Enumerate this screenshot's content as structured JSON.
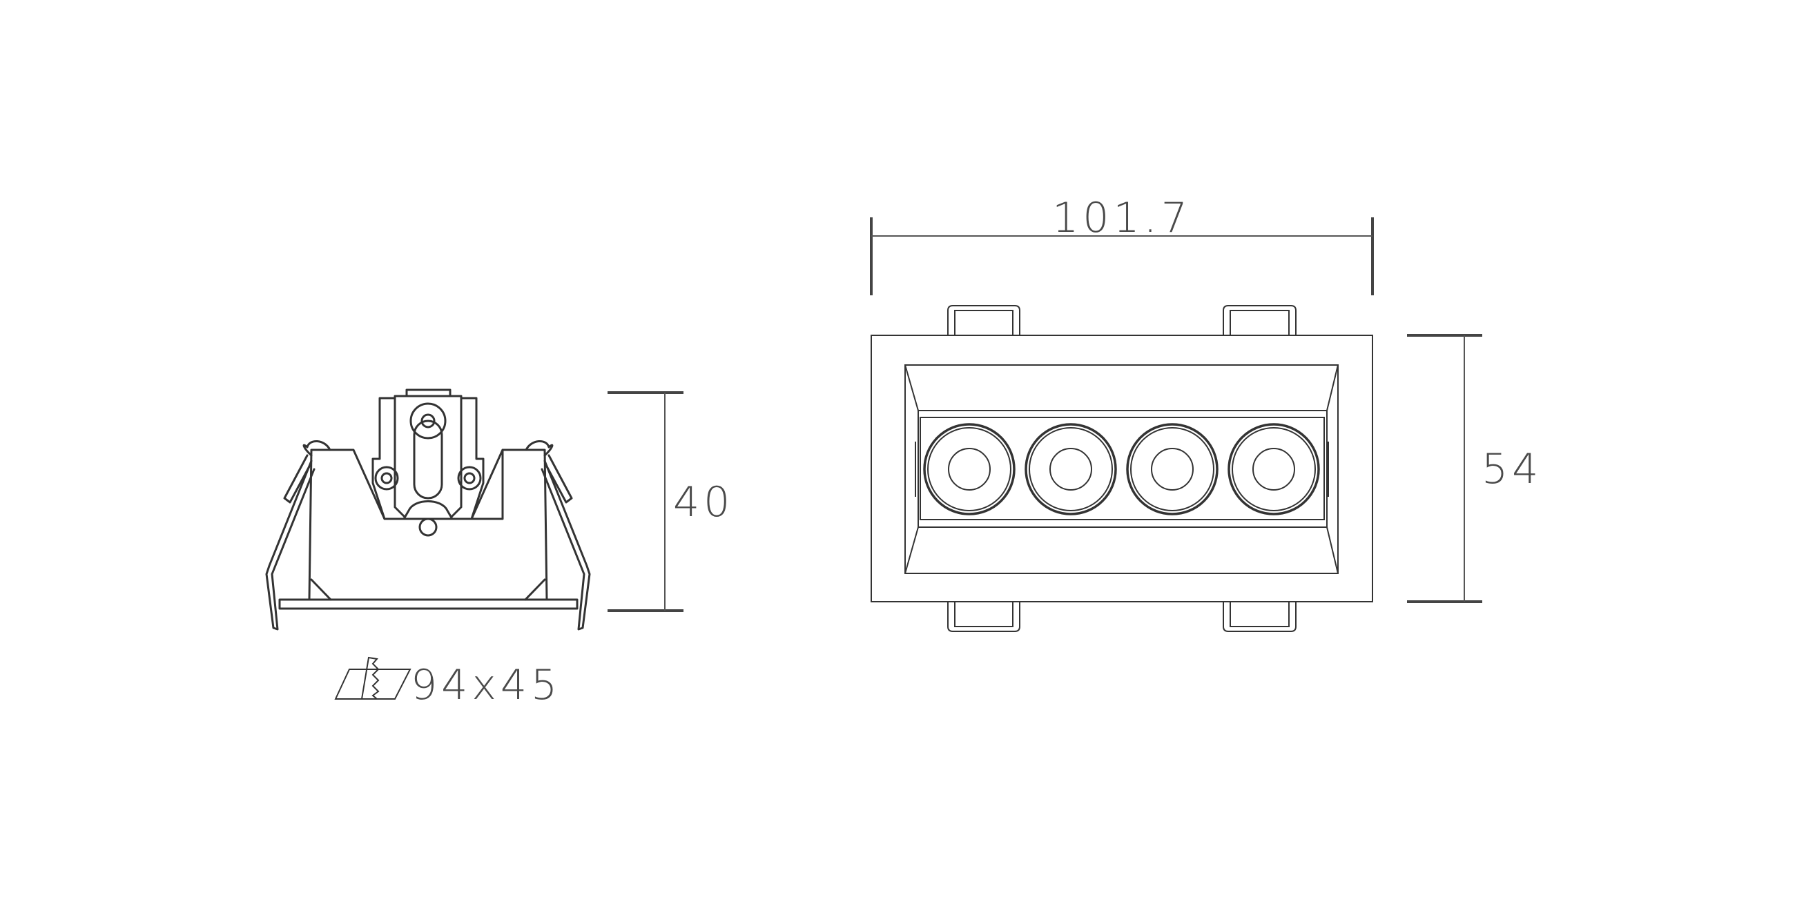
{
  "side_view": {
    "height_label": "40",
    "cutout_label": "94x45",
    "cutout_icon": "ceiling-cutout-icon"
  },
  "front_view": {
    "width_label": "101.7",
    "height_label": "54",
    "led_count": 4
  },
  "colors": {
    "line": "#333333",
    "dimension": "#555555",
    "text": "#4a4a4a"
  }
}
